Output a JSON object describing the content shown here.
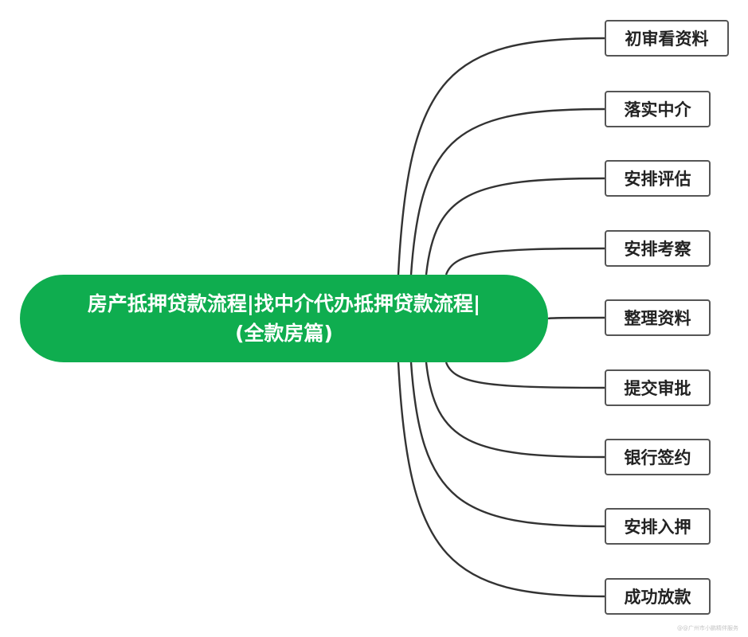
{
  "root": {
    "line1": "房产抵押贷款流程|找中介代办抵押贷款流程|",
    "line2": "(全款房篇)",
    "color": "#0fad4f"
  },
  "branches": [
    {
      "label": "初审看资料"
    },
    {
      "label": "落实中介"
    },
    {
      "label": "安排评估"
    },
    {
      "label": "安排考察"
    },
    {
      "label": "整理资料"
    },
    {
      "label": "提交审批"
    },
    {
      "label": "银行签约"
    },
    {
      "label": "安排入押"
    },
    {
      "label": "成功放款"
    }
  ],
  "watermark": "@@广州市小鹏精伴服务",
  "line_color": "#333333"
}
